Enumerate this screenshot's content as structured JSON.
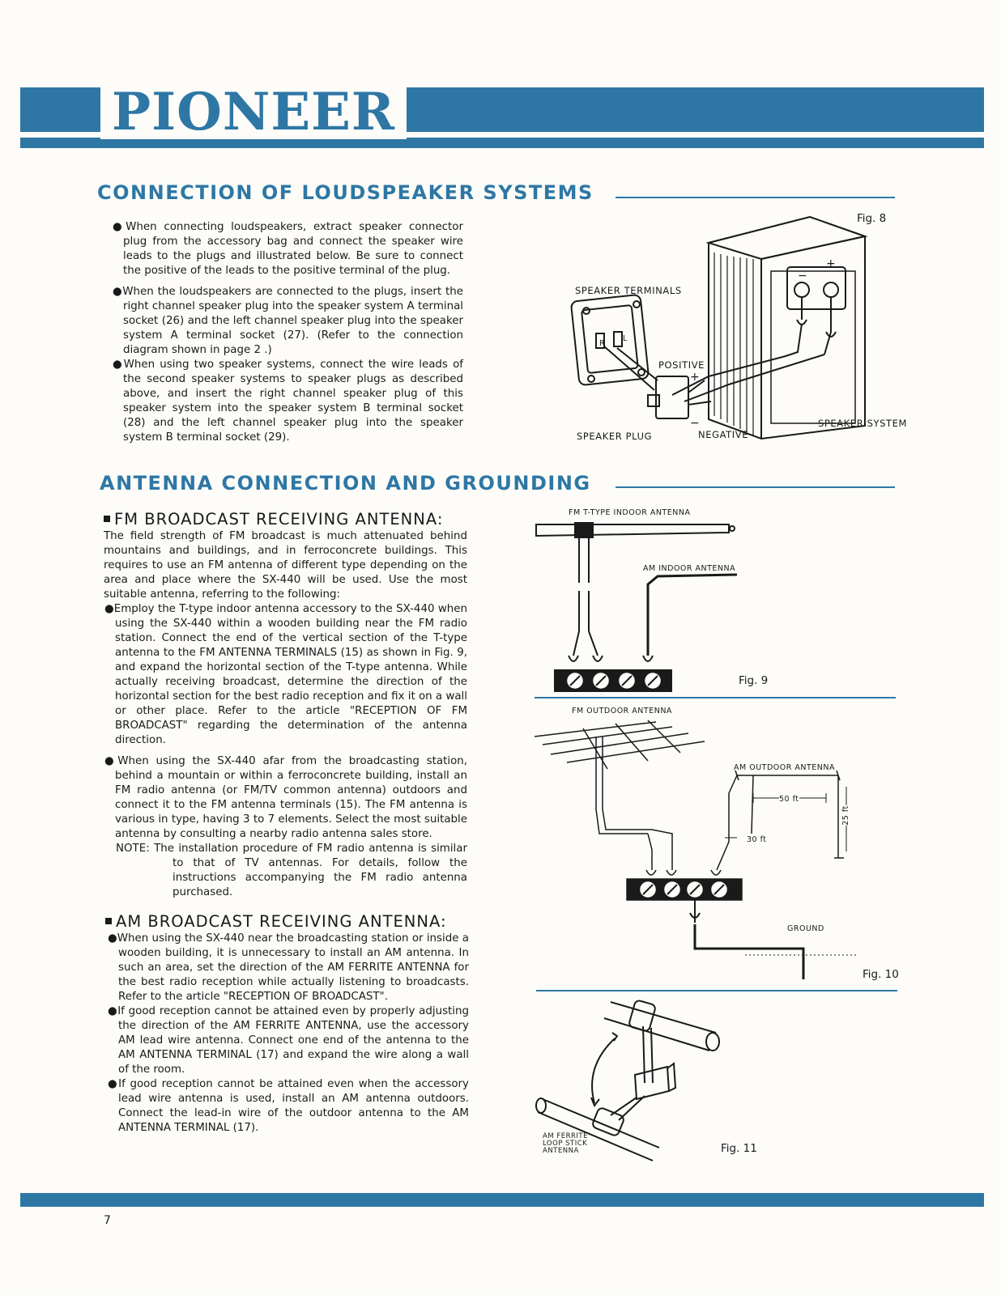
{
  "brand": "PIONEER",
  "sections": {
    "speakers": {
      "title": "CONNECTION OF LOUDSPEAKER SYSTEMS",
      "paragraphs": [
        "When connecting loudspeakers, extract speaker connector plug from the accessory bag and connect the speaker wire leads to the plugs and illustrated below. Be sure to connect the positive of the leads to the positive terminal of the plug.",
        "When the loudspeakers are connected to the plugs, insert the right channel speaker plug into the speaker system A terminal socket (26) and the left channel speaker plug into the speaker system A terminal socket (27). (Refer to the connection diagram shown in page 2 .)",
        "When using two speaker systems, connect the wire leads of the second speaker systems to speaker plugs as described above, and insert the right channel speaker plug of this speaker system into the speaker system B terminal socket (28) and the left channel speaker plug into the speaker system B terminal socket (29)."
      ]
    },
    "antenna": {
      "title": "ANTENNA CONNECTION AND GROUNDING",
      "fm": {
        "heading": "FM BROADCAST RECEIVING ANTENNA:",
        "intro": "The field strength of FM broadcast is much attenuated behind mountains and buildings, and in ferroconcrete buildings. This requires to use an FM antenna of different type depending on the area and place where the SX-440 will be used. Use the most suitable antenna, referring to the following:",
        "bullets": [
          "Employ the T-type indoor antenna accessory to the SX-440 when using the SX-440 within a wooden building near the FM radio station. Connect the end of the vertical section of the T-type antenna to the FM ANTENNA TERMINALS (15) as shown in Fig. 9, and expand the horizontal section of the T-type antenna. While actually receiving broadcast, determine the direction of the horizontal section for the best radio reception and fix it on a wall or other place. Refer to the article \"RECEPTION OF FM BROADCAST\" regarding the determination of the antenna direction.",
          "When using the SX-440 afar from the broadcasting station, behind a mountain or within a ferroconcrete building, install an FM radio antenna (or FM/TV common antenna) outdoors and connect it to the FM antenna terminals (15). The FM antenna is various in type, having 3 to 7 elements. Select the most suitable antenna by consulting a nearby radio antenna sales store."
        ],
        "note": "NOTE: The installation procedure of FM radio antenna is similar to that of TV antennas. For details, follow the instructions accompanying the FM radio antenna purchased."
      },
      "am": {
        "heading": "AM BROADCAST RECEIVING ANTENNA:",
        "bullets": [
          "When using the SX-440 near the broadcasting station or inside a wooden building, it is unnecessary to install an AM antenna. In such an area, set the direction of the AM FERRITE ANTENNA for the best radio reception while actually listening to broadcasts. Refer to the article \"RECEPTION OF BROADCAST\".",
          "If good reception cannot be attained even by properly adjusting the direction of the AM FERRITE ANTENNA, use the accessory AM lead wire antenna. Connect one end of the antenna to the AM ANTENNA TERMINAL (17) and expand the wire along a wall of the room.",
          "If good reception cannot be attained even when the accessory lead wire antenna is used, install an AM antenna outdoors. Connect the lead-in wire of the outdoor antenna to the AM ANTENNA TERMINAL (17)."
        ]
      }
    }
  },
  "figures": {
    "fig8": {
      "caption": "Fig. 8",
      "speaker_terminals": "SPEAKER TERMINALS",
      "positive": "POSITIVE",
      "plus_sign": "+",
      "minus_sign": "−",
      "negative": "NEGATIVE",
      "speaker_plug": "SPEAKER PLUG",
      "speaker_system": "SPEAKER SYSTEM",
      "r_label": "R",
      "l_label": "L"
    },
    "fig9": {
      "caption": "Fig. 9",
      "fm_indoor": "FM T-TYPE INDOOR ANTENNA",
      "am_indoor": "AM INDOOR ANTENNA"
    },
    "fig10": {
      "caption": "Fig. 10",
      "fm_outdoor": "FM OUTDOOR ANTENNA",
      "am_outdoor": "AM OUTDOOR ANTENNA",
      "dim_50": "50 ft",
      "dim_25": "25 ft",
      "dim_30": "30 ft",
      "ground": "GROUND"
    },
    "fig11": {
      "caption": "Fig. 11",
      "ferrite_line1": "AM FERRITE",
      "ferrite_line2": "LOOP STICK",
      "ferrite_line3": "ANTENNA"
    }
  },
  "page_number": "7",
  "colors": {
    "accent": "#2e77a5",
    "text": "#1a1a1a",
    "paper": "#fdfcf9"
  }
}
